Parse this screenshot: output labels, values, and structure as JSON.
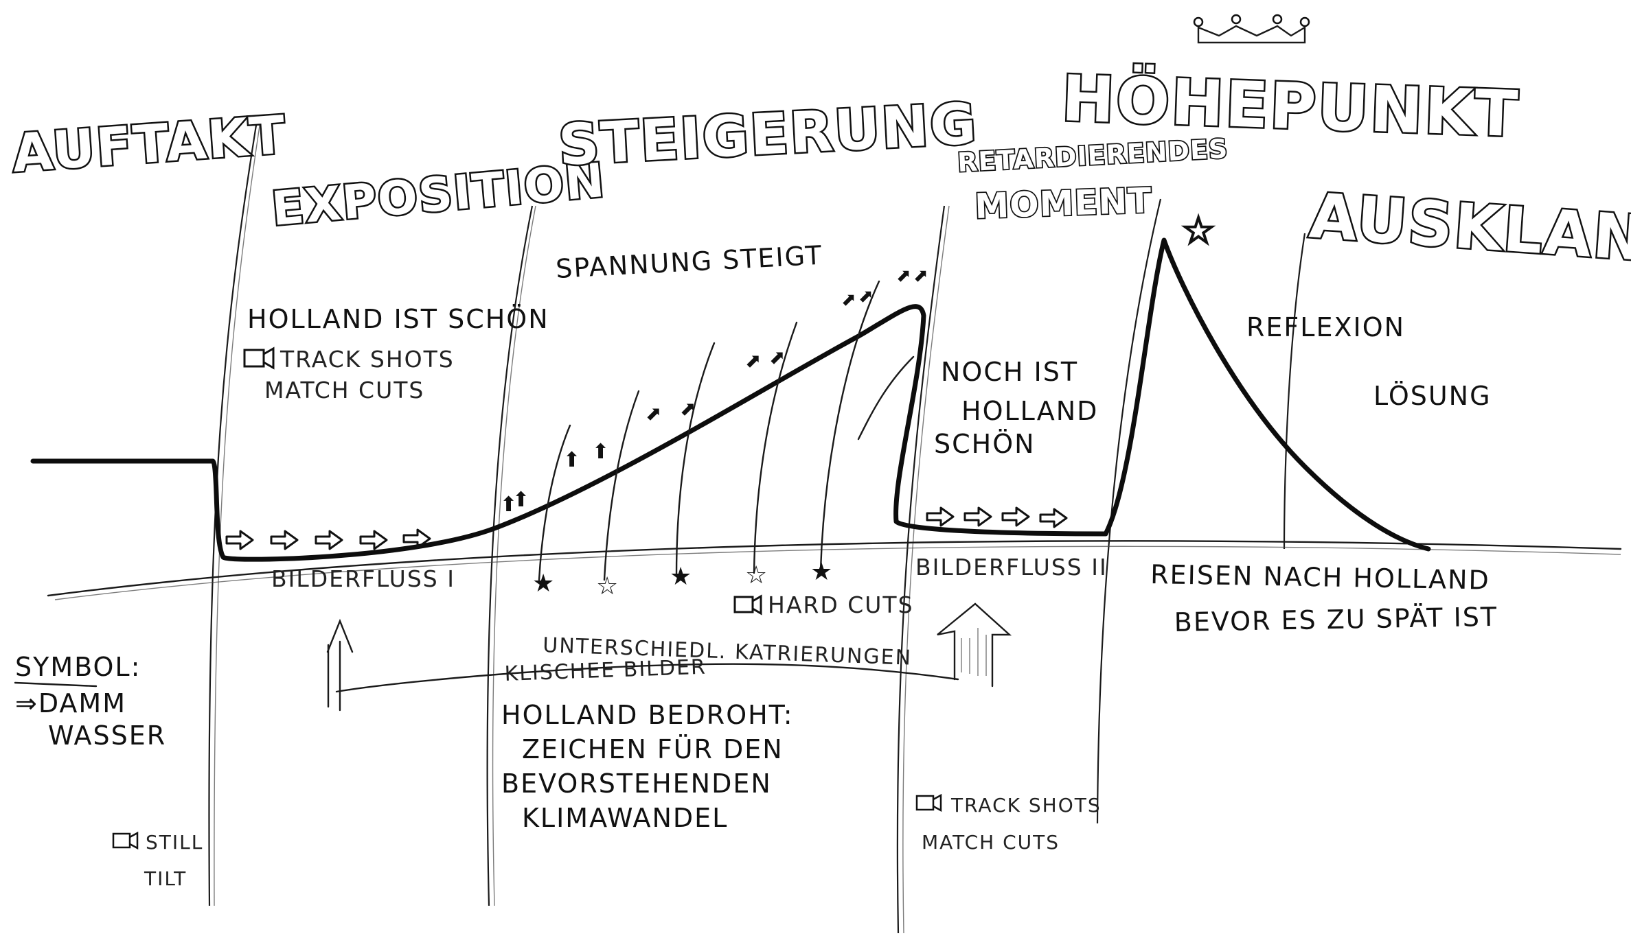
{
  "phases": {
    "auftakt": "AUFTAKT",
    "exposition": "EXPOSITION",
    "steigerung": "STEIGERUNG",
    "retardierendes": "RETARDIERENDES",
    "moment": "MOMENT",
    "hoehepunkt": "HÖHEPUNKT",
    "ausklang": "AUSKLANG"
  },
  "notes": {
    "spannung": "SPANNUNG STEIGT",
    "holland_schoen": "HOLLAND IST SCHÖN",
    "track_shots_1": "TRACK SHOTS",
    "match_cuts_1": "MATCH CUTS",
    "noch_1": "NOCH IST",
    "noch_2": "HOLLAND",
    "noch_3": "SCHÖN",
    "reflexion": "REFLEXION",
    "loesung": "LÖSUNG",
    "bilderfluss_1": "BILDERFLUSS I",
    "bilderfluss_2": "BILDERFLUSS II",
    "hard_cuts": "HARD CUTS",
    "kadrierungen": "UNTERSCHIEDL. KATRIERUNGEN",
    "klischee": "KLISCHEE BILDER",
    "bedroht_1": "HOLLAND BEDROHT:",
    "bedroht_2": "ZEICHEN FÜR DEN",
    "bedroht_3": "BEVORSTEHENDEN",
    "bedroht_4": "KLIMAWANDEL",
    "reisen_1": "REISEN NACH HOLLAND",
    "reisen_2": "BEVOR ES ZU SPÄT IST",
    "symbol_1": "SYMBOL:",
    "symbol_2": "⇒DAMM",
    "symbol_3": "WASSER",
    "still": "STILL",
    "tilt": "TILT",
    "track_shots_2": "TRACK SHOTS",
    "match_cuts_2": "MATCH CUTS"
  },
  "icons": {
    "camera": "camera-icon",
    "star": "star-icon",
    "crown": "crown-icon",
    "arrow": "arrow-icon"
  }
}
